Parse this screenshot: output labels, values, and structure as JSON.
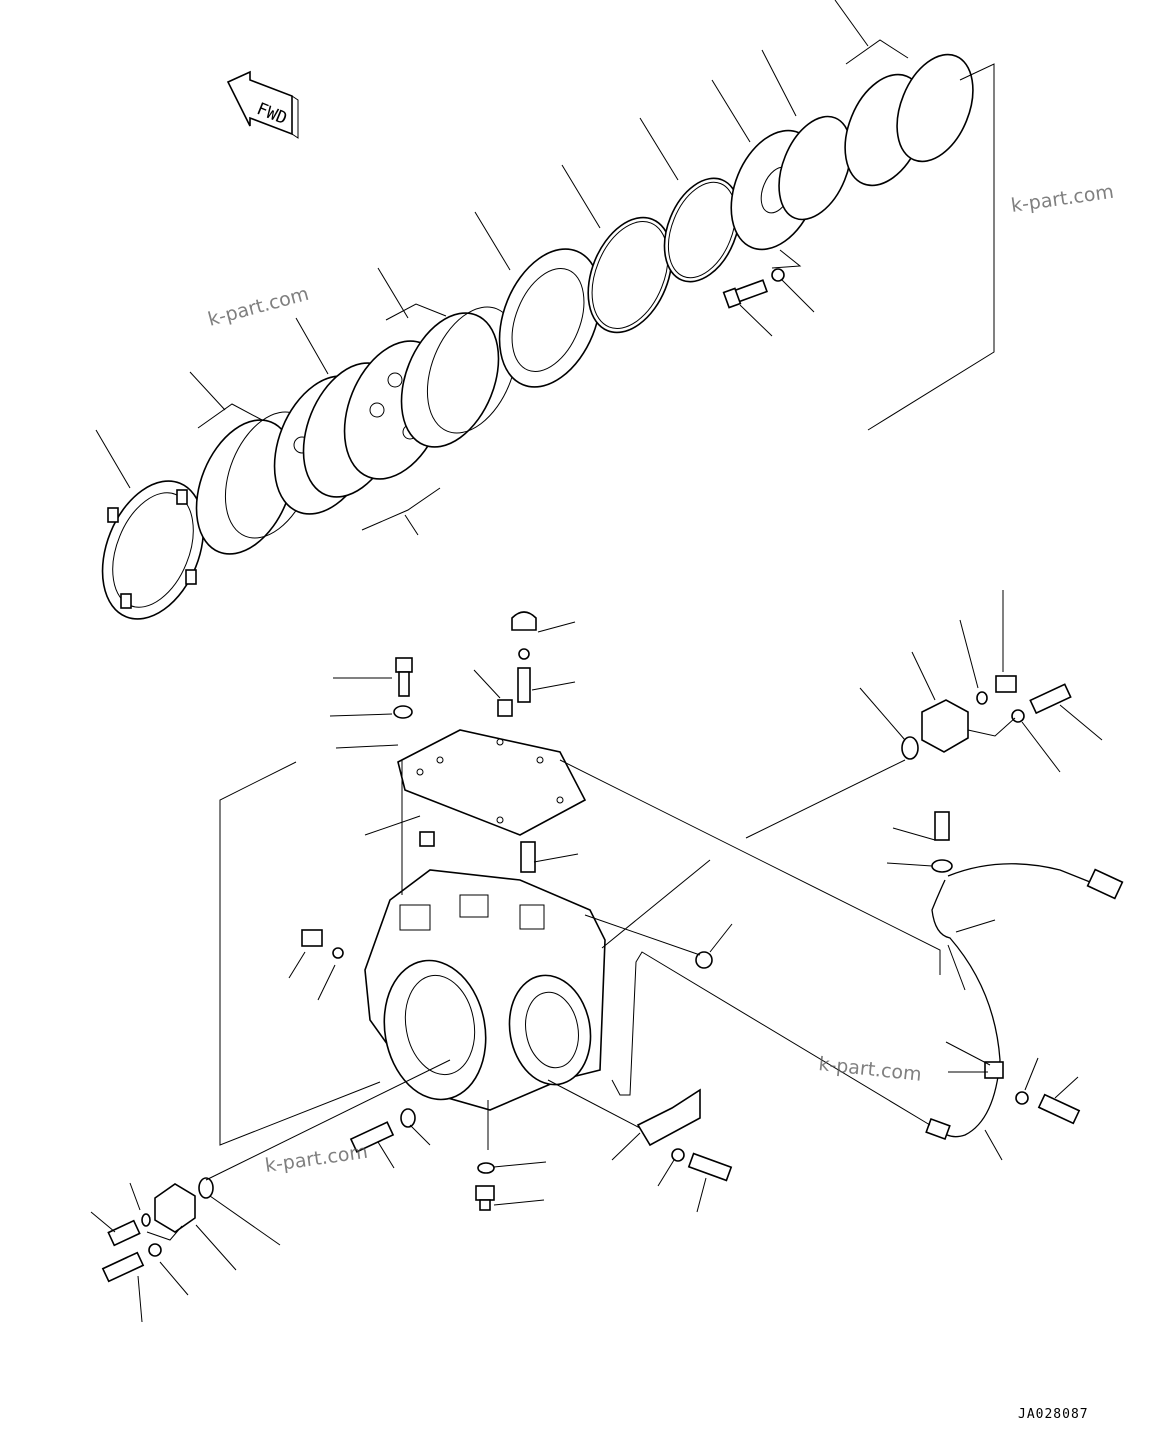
{
  "direction_label": "FWD",
  "watermarks": [
    "k-part.com",
    "k-part.com",
    "k-part.com",
    "k-part.com"
  ],
  "drawing_code": "JA028087",
  "line_color": "#000000",
  "watermark_color": "#555555",
  "background_color": "#ffffff"
}
